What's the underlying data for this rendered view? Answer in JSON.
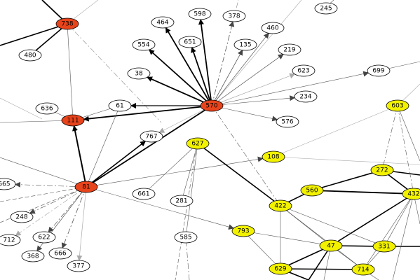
{
  "colors": {
    "white": "#ffffff",
    "red": "#e8441c",
    "yellow": "#f2f200",
    "outline": "#000000",
    "edge_dark": "#000000",
    "edge_mid": "#555555",
    "edge_light": "#aaaaaa"
  },
  "nodes": [
    {
      "id": "245",
      "c": "white"
    },
    {
      "id": "738",
      "c": "red"
    },
    {
      "id": "480",
      "c": "white"
    },
    {
      "id": "598",
      "c": "white"
    },
    {
      "id": "378",
      "c": "white"
    },
    {
      "id": "464",
      "c": "white"
    },
    {
      "id": "460",
      "c": "white"
    },
    {
      "id": "651",
      "c": "white"
    },
    {
      "id": "554",
      "c": "white"
    },
    {
      "id": "135",
      "c": "white"
    },
    {
      "id": "219",
      "c": "white"
    },
    {
      "id": "623",
      "c": "white"
    },
    {
      "id": "699",
      "c": "white"
    },
    {
      "id": "38",
      "c": "white"
    },
    {
      "id": "234",
      "c": "white"
    },
    {
      "id": "636",
      "c": "white"
    },
    {
      "id": "61",
      "c": "white"
    },
    {
      "id": "570",
      "c": "red"
    },
    {
      "id": "603",
      "c": "yellow"
    },
    {
      "id": "111",
      "c": "red"
    },
    {
      "id": "576",
      "c": "white"
    },
    {
      "id": "767",
      "c": "white"
    },
    {
      "id": "627",
      "c": "yellow"
    },
    {
      "id": "108",
      "c": "yellow"
    },
    {
      "id": "272",
      "c": "yellow"
    },
    {
      "id": "665",
      "c": "white"
    },
    {
      "id": "81",
      "c": "red"
    },
    {
      "id": "560",
      "c": "yellow"
    },
    {
      "id": "661",
      "c": "white"
    },
    {
      "id": "281",
      "c": "white"
    },
    {
      "id": "432",
      "c": "yellow"
    },
    {
      "id": "422",
      "c": "yellow"
    },
    {
      "id": "248",
      "c": "white"
    },
    {
      "id": "793",
      "c": "yellow"
    },
    {
      "id": "712",
      "c": "white"
    },
    {
      "id": "622",
      "c": "white"
    },
    {
      "id": "585",
      "c": "white"
    },
    {
      "id": "47",
      "c": "yellow"
    },
    {
      "id": "331",
      "c": "yellow"
    },
    {
      "id": "368",
      "c": "white"
    },
    {
      "id": "666",
      "c": "white"
    },
    {
      "id": "377",
      "c": "white"
    },
    {
      "id": "629",
      "c": "yellow"
    },
    {
      "id": "714",
      "c": "yellow"
    }
  ],
  "edges": [
    {
      "s": "738",
      "t": "480",
      "w": 1.6,
      "k": "edge_dark"
    },
    {
      "s": "738",
      "t": "111",
      "w": 0.6,
      "k": "edge_mid"
    },
    {
      "s": "570",
      "t": "598",
      "w": 1.8,
      "k": "edge_dark",
      "arrow": true
    },
    {
      "s": "570",
      "t": "378",
      "w": 0.7,
      "k": "edge_mid",
      "arrow": true,
      "dash": true
    },
    {
      "s": "570",
      "t": "464",
      "w": 1.8,
      "k": "edge_dark",
      "arrow": true
    },
    {
      "s": "570",
      "t": "460",
      "w": 0.7,
      "k": "edge_mid",
      "arrow": true
    },
    {
      "s": "570",
      "t": "651",
      "w": 1.8,
      "k": "edge_dark",
      "arrow": true
    },
    {
      "s": "570",
      "t": "554",
      "w": 1.8,
      "k": "edge_dark",
      "arrow": true
    },
    {
      "s": "570",
      "t": "135",
      "w": 0.8,
      "k": "edge_mid",
      "arrow": true
    },
    {
      "s": "570",
      "t": "219",
      "w": 0.7,
      "k": "edge_mid",
      "arrow": true
    },
    {
      "s": "570",
      "t": "623",
      "w": 0.7,
      "k": "edge_light",
      "arrow": true
    },
    {
      "s": "570",
      "t": "699",
      "w": 0.6,
      "k": "edge_mid",
      "arrow": true
    },
    {
      "s": "570",
      "t": "38",
      "w": 1.8,
      "k": "edge_dark",
      "arrow": true
    },
    {
      "s": "570",
      "t": "234",
      "w": 0.6,
      "k": "edge_mid",
      "arrow": true
    },
    {
      "s": "570",
      "t": "576",
      "w": 0.6,
      "k": "edge_mid",
      "arrow": true
    },
    {
      "s": "570",
      "t": "111",
      "w": 1.8,
      "k": "edge_dark",
      "arrow": true
    },
    {
      "s": "570",
      "t": "61",
      "w": 1.2,
      "k": "edge_dark",
      "arrow": true
    },
    {
      "s": "570",
      "t": "767",
      "w": 0.6,
      "k": "edge_light",
      "arrow": true
    },
    {
      "s": "570",
      "t": "422",
      "w": 0.6,
      "k": "edge_mid",
      "dash": true
    },
    {
      "s": "111",
      "t": "61",
      "w": 0.6,
      "k": "edge_mid"
    },
    {
      "s": "111",
      "t": "636",
      "w": 0.6,
      "k": "edge_mid"
    },
    {
      "s": "81",
      "t": "111",
      "w": 2.0,
      "k": "edge_dark",
      "arrow": true
    },
    {
      "s": "81",
      "t": "61",
      "w": 0.6,
      "k": "edge_mid"
    },
    {
      "s": "81",
      "t": "767",
      "w": 1.6,
      "k": "edge_dark",
      "arrow": true
    },
    {
      "s": "81",
      "t": "570",
      "w": 1.8,
      "k": "edge_dark"
    },
    {
      "s": "81",
      "t": "665",
      "w": 0.6,
      "k": "edge_mid",
      "arrow": true,
      "dash": true
    },
    {
      "s": "81",
      "t": "248",
      "w": 0.7,
      "k": "edge_mid",
      "arrow": true,
      "dash": true
    },
    {
      "s": "81",
      "t": "712",
      "w": 0.7,
      "k": "edge_light",
      "arrow": true,
      "dash": true
    },
    {
      "s": "81",
      "t": "622",
      "w": 0.7,
      "k": "edge_mid",
      "arrow": true,
      "dash": true
    },
    {
      "s": "81",
      "t": "368",
      "w": 0.7,
      "k": "edge_mid",
      "arrow": true
    },
    {
      "s": "81",
      "t": "666",
      "w": 0.8,
      "k": "edge_mid",
      "arrow": true,
      "dash": true
    },
    {
      "s": "81",
      "t": "377",
      "w": 0.7,
      "k": "edge_light",
      "arrow": true
    },
    {
      "s": "81",
      "t": "108",
      "w": 0.6,
      "k": "edge_mid",
      "arrow": true
    },
    {
      "s": "81",
      "t": "793",
      "w": 0.6,
      "k": "edge_mid",
      "arrow": true
    },
    {
      "s": "627",
      "t": "661",
      "w": 0.6,
      "k": "edge_mid"
    },
    {
      "s": "627",
      "t": "281",
      "w": 0.6,
      "k": "edge_mid"
    },
    {
      "s": "627",
      "t": "585",
      "w": 0.6,
      "k": "edge_mid"
    },
    {
      "s": "627",
      "t": "422",
      "w": 1.6,
      "k": "edge_dark"
    },
    {
      "s": "603",
      "t": "108",
      "w": 0.6,
      "k": "edge_light"
    },
    {
      "s": "603",
      "t": "272",
      "w": 0.6,
      "k": "edge_mid",
      "dash": true
    },
    {
      "s": "603",
      "t": "432",
      "w": 0.6,
      "k": "edge_mid",
      "dash": true
    },
    {
      "s": "272",
      "t": "560",
      "w": 1.6,
      "k": "edge_dark"
    },
    {
      "s": "272",
      "t": "432",
      "w": 1.6,
      "k": "edge_dark"
    },
    {
      "s": "560",
      "t": "422",
      "w": 1.6,
      "k": "edge_dark"
    },
    {
      "s": "560",
      "t": "432",
      "w": 1.8,
      "k": "edge_dark"
    },
    {
      "s": "432",
      "t": "47",
      "w": 1.6,
      "k": "edge_dark"
    },
    {
      "s": "432",
      "t": "331",
      "w": 0.6,
      "k": "edge_mid"
    },
    {
      "s": "432",
      "t": "714",
      "w": 0.6,
      "k": "edge_mid"
    },
    {
      "s": "422",
      "t": "47",
      "w": 0.6,
      "k": "edge_mid"
    },
    {
      "s": "422",
      "t": "629",
      "w": 0.6,
      "k": "edge_mid"
    },
    {
      "s": "422",
      "t": "331",
      "w": 0.6,
      "k": "edge_mid"
    },
    {
      "s": "422",
      "t": "714",
      "w": 0.6,
      "k": "edge_mid"
    },
    {
      "s": "793",
      "t": "629",
      "w": 0.6,
      "k": "edge_mid"
    },
    {
      "s": "793",
      "t": "47",
      "w": 0.6,
      "k": "edge_mid"
    },
    {
      "s": "47",
      "t": "331",
      "w": 1.6,
      "k": "edge_dark"
    },
    {
      "s": "47",
      "t": "629",
      "w": 1.6,
      "k": "edge_dark"
    },
    {
      "s": "47",
      "t": "714",
      "w": 0.6,
      "k": "edge_mid"
    },
    {
      "s": "629",
      "t": "714",
      "w": 1.6,
      "k": "edge_dark"
    },
    {
      "s": "331",
      "t": "714",
      "w": 0.6,
      "k": "edge_mid"
    }
  ]
}
